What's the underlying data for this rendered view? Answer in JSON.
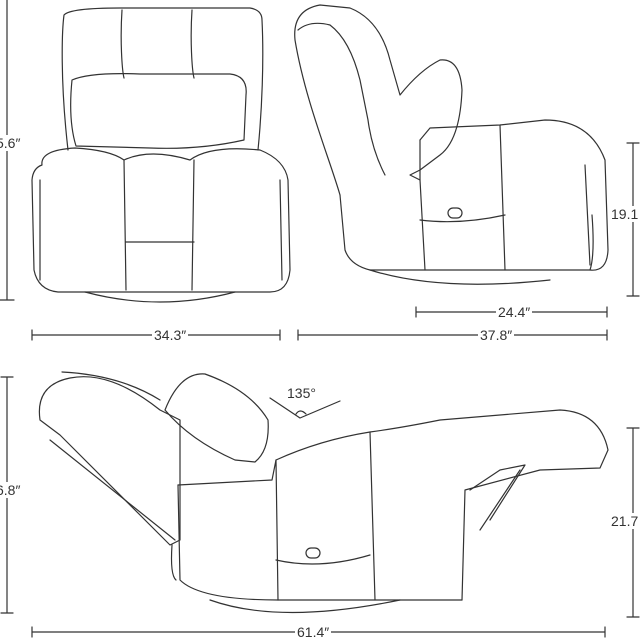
{
  "dimensions": {
    "front_height": "5.6″",
    "front_width": "34.3″",
    "side_arm_height": "19.1",
    "side_seat_depth": "24.4″",
    "side_depth": "37.8″",
    "recline_angle": "135°",
    "reclined_height": "6.8″",
    "reclined_footrest_height": "21.7",
    "reclined_length": "61.4″"
  },
  "colors": {
    "line": "#333333",
    "background": "#ffffff"
  }
}
